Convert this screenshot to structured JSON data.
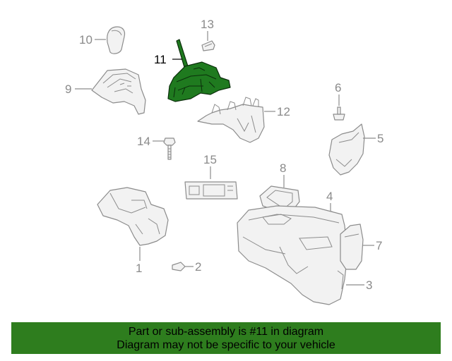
{
  "callouts": {
    "c1": "1",
    "c2": "2",
    "c3": "3",
    "c4": "4",
    "c5": "5",
    "c6": "6",
    "c7": "7",
    "c8": "8",
    "c9": "9",
    "c10": "10",
    "c11": "11",
    "c12": "12",
    "c13": "13",
    "c14": "14",
    "c15": "15"
  },
  "highlight_color": "#1f7a1f",
  "banner": {
    "color": "#2e7d1e",
    "line1": "Part or sub-assembly is #11 in diagram",
    "line2": "Diagram may not be specific to your vehicle"
  }
}
